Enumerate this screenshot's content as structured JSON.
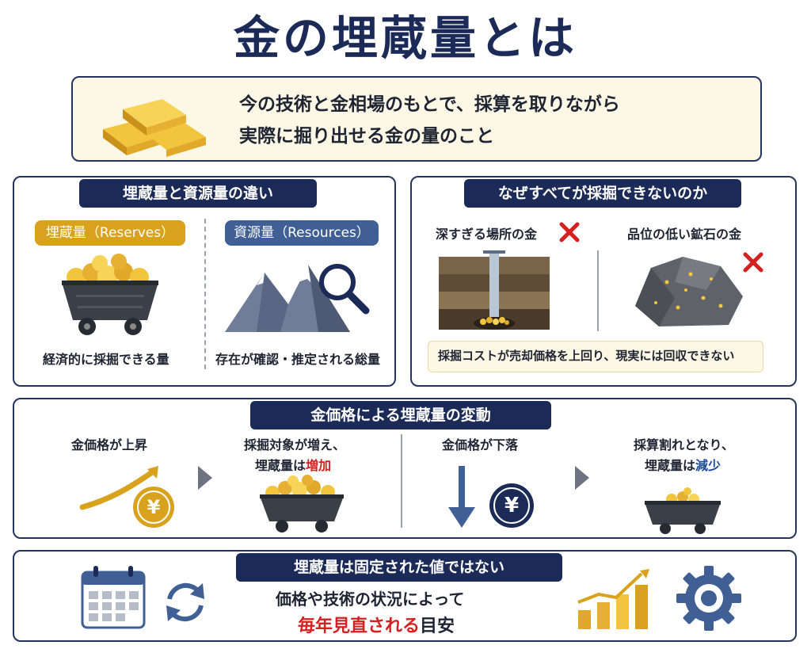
{
  "title": "金の埋蔵量とは",
  "intro": {
    "line1": "今の技術と金相場のもとで、採算を取りながら",
    "line2": "実際に掘り出せる金の量のこと"
  },
  "difference": {
    "heading": "埋蔵量と資源量の違い",
    "reserves_label": "埋蔵量（Reserves）",
    "reserves_caption": "経済的に採掘できる量",
    "resources_label": "資源量（Resources）",
    "resources_caption": "存在が確認・推定される総量"
  },
  "why": {
    "heading": "なぜすべてが採掘できないのか",
    "deep_label": "深すぎる場所の金",
    "lowgrade_label": "品位の低い鉱石の金",
    "note": "採掘コストが売却価格を上回り、現実には回収できない"
  },
  "price": {
    "heading": "金価格による埋蔵量の変動",
    "up_label": "金価格が上昇",
    "up_result_line1": "採掘対象が増え、",
    "up_result_line2_prefix": "埋蔵量は",
    "up_result_highlight": "増加",
    "down_label": "金価格が下落",
    "down_result_line1": "採算割れとなり、",
    "down_result_line2_prefix": "埋蔵量は",
    "down_result_highlight": "減少",
    "yen_symbol": "¥"
  },
  "bottom": {
    "heading": "埋蔵量は固定された値ではない",
    "line1": "価格や技術の状況によって",
    "line2_highlight": "毎年見直される",
    "line2_suffix": "目安"
  },
  "colors": {
    "navy": "#1b2a57",
    "gold": "#d9a21c",
    "steel_blue": "#3f5f95",
    "red": "#d32020"
  },
  "icons": [
    "gold-bars-icon",
    "mine-cart-icon",
    "mountain-icon",
    "magnifier-icon",
    "cross-icon",
    "yen-coin-icon",
    "arrow-up-icon",
    "arrow-down-icon",
    "chevron-right-icon",
    "calendar-icon",
    "refresh-icon",
    "bar-chart-icon",
    "gear-icon"
  ]
}
